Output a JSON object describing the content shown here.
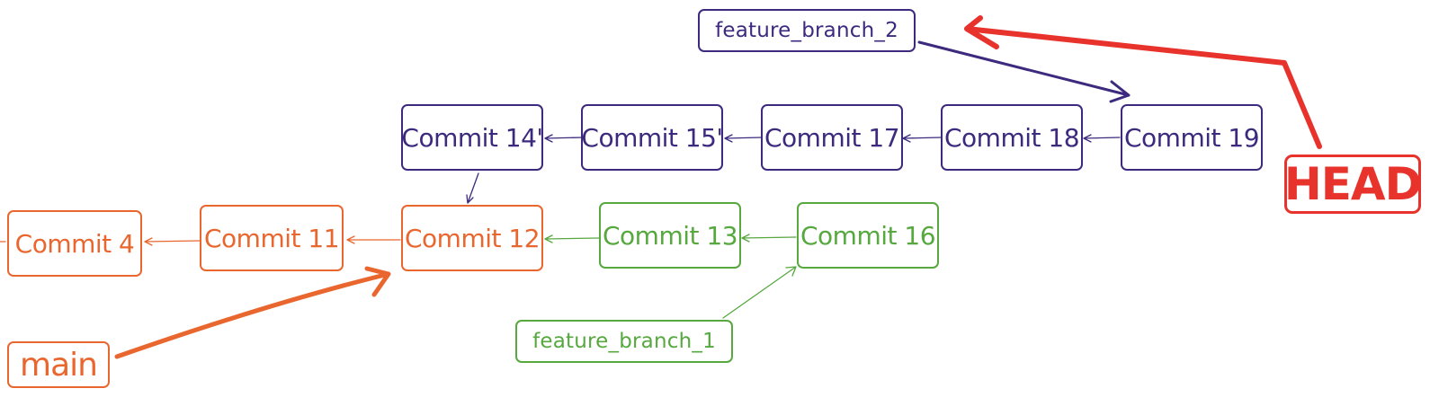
{
  "colors": {
    "main": "#e9672f",
    "feature_branch_1": "#56a83f",
    "feature_branch_2": "#3d2a7e",
    "head": "#e8322c"
  },
  "commits": {
    "c4": {
      "label": "Commit 4",
      "branch": "main"
    },
    "c11": {
      "label": "Commit 11",
      "branch": "main"
    },
    "c12": {
      "label": "Commit 12",
      "branch": "main"
    },
    "c13": {
      "label": "Commit 13",
      "branch": "feature_branch_1"
    },
    "c16": {
      "label": "Commit 16",
      "branch": "feature_branch_1"
    },
    "c14p": {
      "label": "Commit 14'",
      "branch": "feature_branch_2"
    },
    "c15p": {
      "label": "Commit 15'",
      "branch": "feature_branch_2"
    },
    "c17": {
      "label": "Commit 17",
      "branch": "feature_branch_2"
    },
    "c18": {
      "label": "Commit 18",
      "branch": "feature_branch_2"
    },
    "c19": {
      "label": "Commit 19",
      "branch": "feature_branch_2"
    }
  },
  "refs": {
    "main": {
      "label": "main",
      "points_to": "c12"
    },
    "feature_branch_1": {
      "label": "feature_branch_1",
      "points_to": "c16"
    },
    "feature_branch_2": {
      "label": "feature_branch_2",
      "points_to": "c19"
    },
    "head": {
      "label": "HEAD",
      "points_to": "feature_branch_2"
    }
  },
  "parent_links": [
    {
      "from": "c11",
      "to": "c4"
    },
    {
      "from": "c12",
      "to": "c11"
    },
    {
      "from": "c13",
      "to": "c12"
    },
    {
      "from": "c16",
      "to": "c13"
    },
    {
      "from": "c14p",
      "to": "c12"
    },
    {
      "from": "c15p",
      "to": "c14p"
    },
    {
      "from": "c17",
      "to": "c15p"
    },
    {
      "from": "c18",
      "to": "c17"
    },
    {
      "from": "c19",
      "to": "c18"
    }
  ]
}
